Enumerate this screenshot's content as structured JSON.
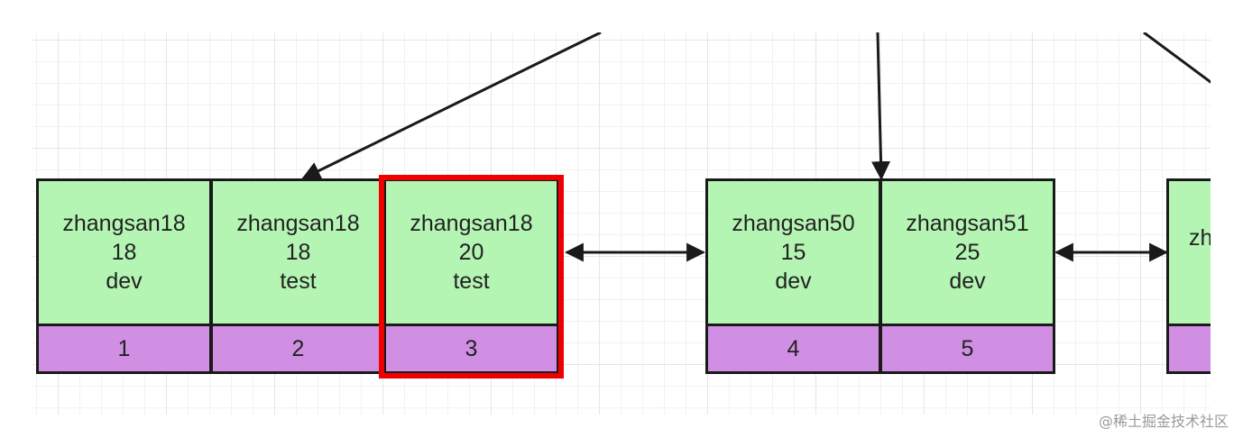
{
  "rows": [
    {
      "name": "zhangsan18",
      "age": "18",
      "dept": "dev",
      "id": "1"
    },
    {
      "name": "zhangsan18",
      "age": "18",
      "dept": "test",
      "id": "2"
    },
    {
      "name": "zhangsan18",
      "age": "20",
      "dept": "test",
      "id": "3"
    },
    {
      "name": "zhangsan50",
      "age": "15",
      "dept": "dev",
      "id": "4"
    },
    {
      "name": "zhangsan51",
      "age": "25",
      "dept": "dev",
      "id": "5"
    },
    {
      "name": "zh",
      "age": "",
      "dept": "",
      "id": ""
    }
  ],
  "highlighted_row": "3",
  "colors": {
    "key_fill": "#b5f5b3",
    "id_fill": "#d18fe3",
    "highlight": "#ee0000",
    "stroke": "#1a1a1a"
  },
  "watermark": "@稀土掘金技术社区"
}
